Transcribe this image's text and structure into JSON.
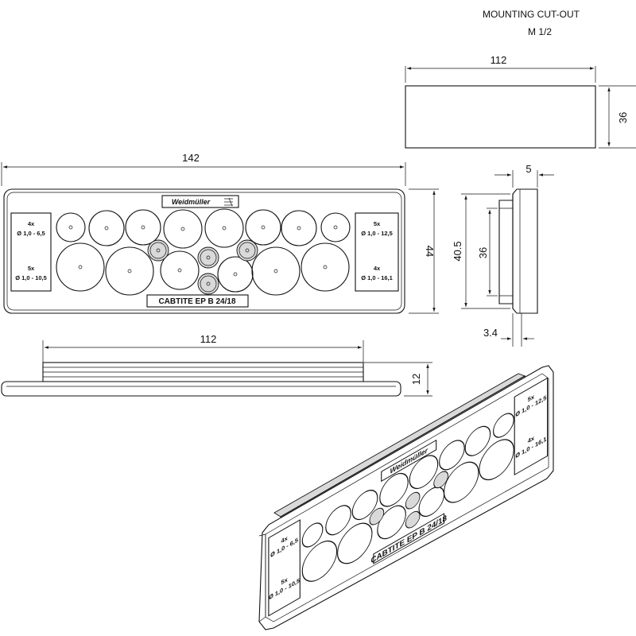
{
  "title": {
    "line1": "MOUNTING CUT-OUT",
    "line2": "M 1/2"
  },
  "cutout": {
    "width": "112",
    "height": "36"
  },
  "front": {
    "overall_width": "142",
    "overall_height": "44",
    "brand": "Weidmüller",
    "product_label": "CABTITE  EP B 24/18",
    "left_top": {
      "count": "4x",
      "range": "Ø 1,0 - 6,5"
    },
    "left_bottom": {
      "count": "5x",
      "range": "Ø 1,0 - 10,5"
    },
    "right_top": {
      "count": "5x",
      "range": "Ø 1,0 - 12,5"
    },
    "right_bottom": {
      "count": "4x",
      "range": "Ø 1,0 - 16,1"
    }
  },
  "side": {
    "flange": "5",
    "outer": "40.5",
    "inner": "36",
    "wall": "3.4"
  },
  "bottom": {
    "width": "112",
    "height": "12"
  },
  "iso": {
    "left_top": {
      "count": "4x",
      "range": "Ø 1,0 - 6,5"
    },
    "left_bottom": {
      "count": "5x",
      "range": "Ø 1,0 - 10,5"
    },
    "right_top": {
      "count": "5x",
      "range": "Ø 1,0 - 12,5"
    },
    "right_bottom": {
      "count": "4x",
      "range": "Ø 1,0 - 16,1"
    },
    "brand": "Weidmüller",
    "product_label": "CABTITE EP B 24/18"
  },
  "colors": {
    "line": "#111111",
    "shade": "#d9d9d9"
  }
}
